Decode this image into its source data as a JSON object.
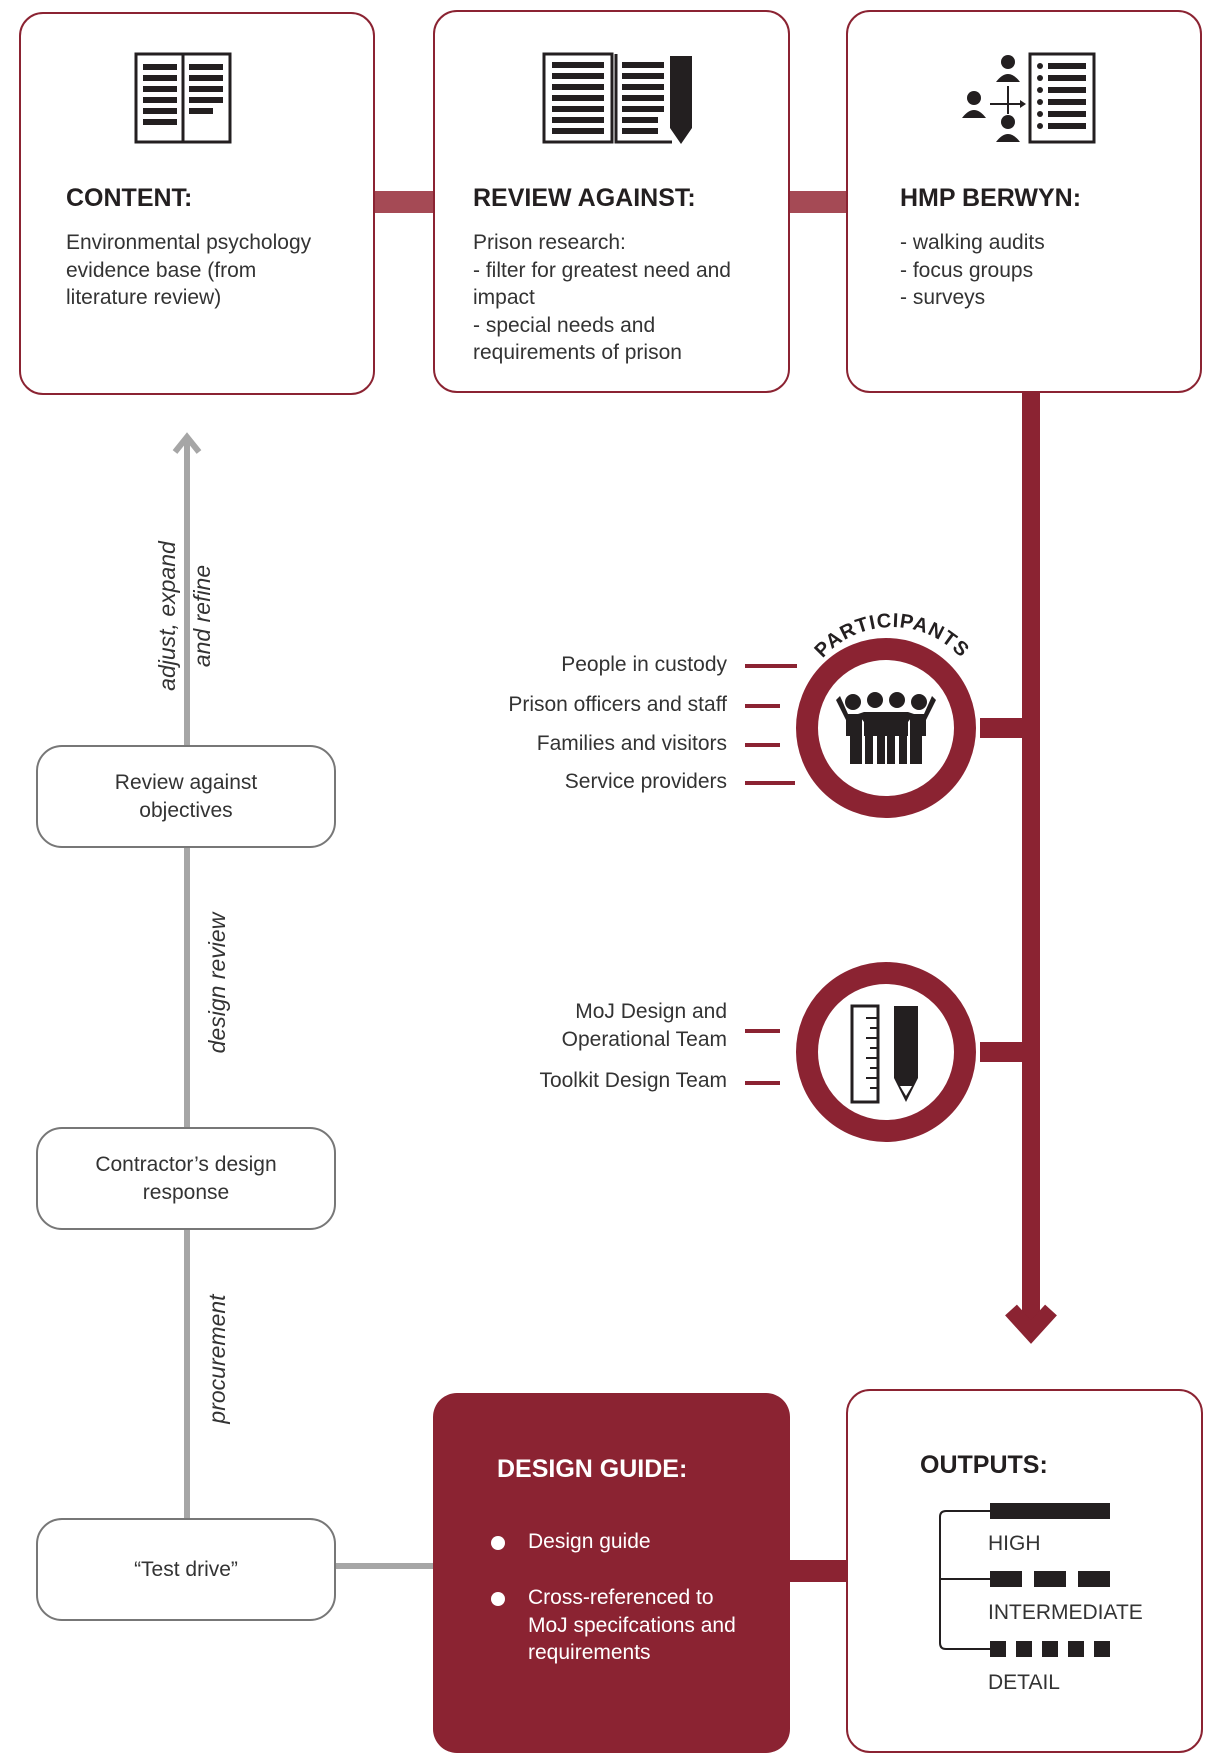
{
  "boxes": {
    "content": {
      "heading": "CONTENT:",
      "body": "Environmental psychology\nevidence base (from\nliterature review)"
    },
    "review_against": {
      "heading": "REVIEW AGAINST:",
      "body": "Prison research:\n- filter for greatest need and\nimpact\n- special needs and\nrequirements of prison"
    },
    "hmp_berwyn": {
      "heading": "HMP BERWYN:",
      "body": "- walking audits\n- focus groups\n- surveys"
    }
  },
  "participants": {
    "title": "PARTICIPANTS",
    "items": [
      "People in custody",
      "Prison officers and staff",
      "Families and visitors",
      "Service providers"
    ]
  },
  "design_teams": {
    "items": [
      "MoJ Design and\nOperational Team",
      "Toolkit Design Team"
    ]
  },
  "left_flow": {
    "arrow_label": "adjust, expand\nand refine",
    "arrow_label_line1": "adjust, expand",
    "arrow_label_line2": "and refine",
    "review_objectives": "Review against\nobjectives",
    "design_review_label": "design review",
    "contractor_response": "Contractor’s design\nresponse",
    "procurement_label": "procurement",
    "test_drive": "“Test drive”"
  },
  "design_guide": {
    "heading": "DESIGN GUIDE:",
    "bullets": [
      "Design guide",
      "Cross-referenced to\nMoJ specifcations and\nrequirements"
    ]
  },
  "outputs": {
    "heading": "OUTPUTS:",
    "levels": [
      "HIGH",
      "INTERMEDIATE",
      "DETAIL"
    ]
  },
  "colors": {
    "accent": "#8b2332",
    "connector_light": "#a54a55",
    "gray_line": "#a6a6a6",
    "gray_border": "#777777",
    "text": "#231f20"
  },
  "icons": {
    "content": "open-book-icon",
    "review": "documents-pen-icon",
    "hmp": "people-checklist-icon",
    "participants": "group-people-icon",
    "design_team": "ruler-pencil-icon"
  }
}
